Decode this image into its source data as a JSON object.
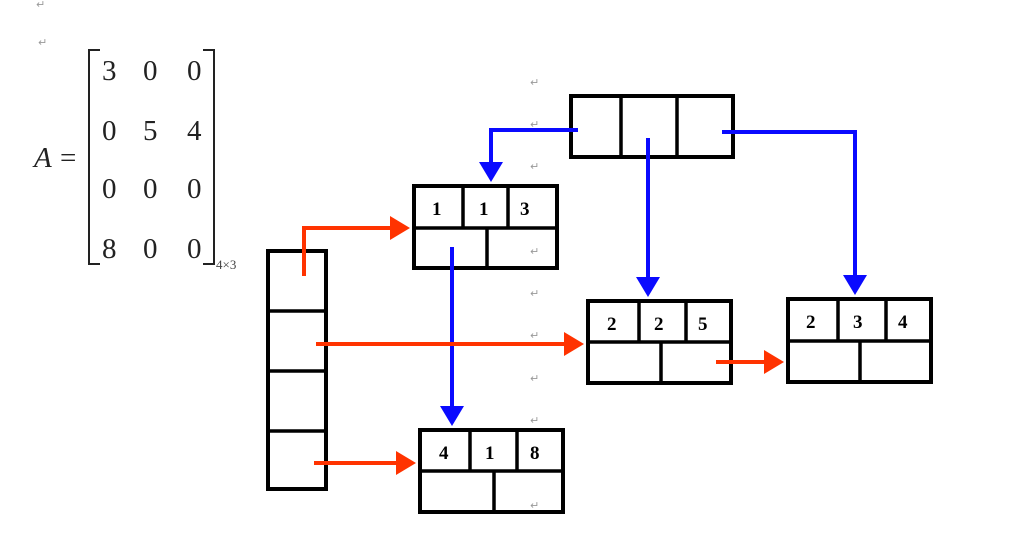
{
  "matrix": {
    "name": "A",
    "equals": "=",
    "rows": [
      [
        "3",
        "0",
        "0"
      ],
      [
        "0",
        "5",
        "4"
      ],
      [
        "0",
        "0",
        "0"
      ],
      [
        "8",
        "0",
        "0"
      ]
    ],
    "dimension": "4×3"
  },
  "nodes": [
    {
      "row": "1",
      "col": "1",
      "value": "3"
    },
    {
      "row": "2",
      "col": "2",
      "value": "5"
    },
    {
      "row": "2",
      "col": "3",
      "value": "4"
    },
    {
      "row": "4",
      "col": "1",
      "value": "8"
    }
  ],
  "paragraph_mark": "↵",
  "colors": {
    "column_links": "#0a0aff",
    "row_links": "#ff3300"
  }
}
